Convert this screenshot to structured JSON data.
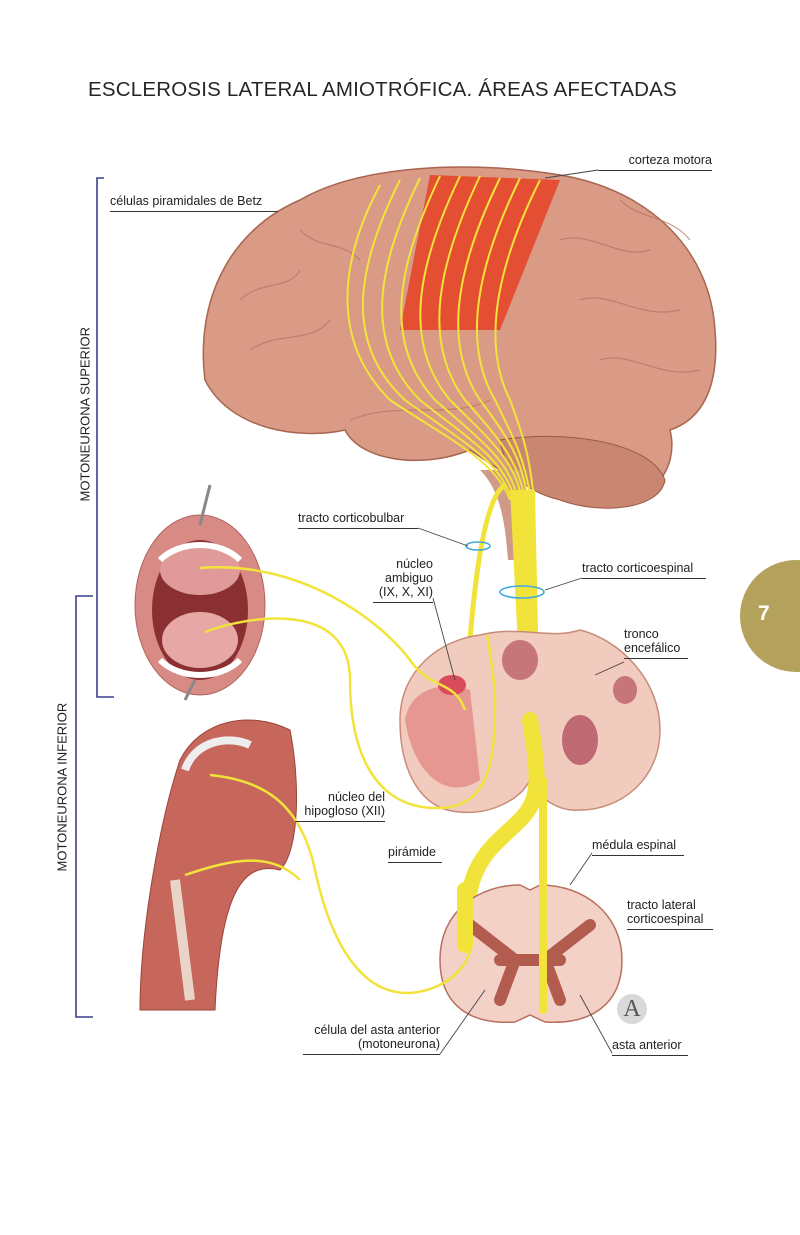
{
  "title": "ESCLEROSIS LATERAL AMIOTRÓFICA. ÁREAS AFECTADAS",
  "page_number": "7",
  "colors": {
    "bracket": "#3a3f8f",
    "tab": "#b3a15c",
    "tract": "#f2e33a",
    "ring": "#3fa9e0"
  },
  "brackets": {
    "upper": "MOTONEURONA SUPERIOR",
    "lower": "MOTONEURONA INFERIOR"
  },
  "labels": {
    "motor_cortex": "corteza motora",
    "betz_cells": "células piramidales de Betz",
    "corticobulbar": "tracto corticobulbar",
    "ambiguus": [
      "núcleo",
      "ambiguo",
      "(IX, X, XI)"
    ],
    "corticospinal": "tracto corticoespinal",
    "brainstem": [
      "tronco",
      "encefálico"
    ],
    "hypoglossal": [
      "núcleo del",
      "hipogloso (XII)"
    ],
    "pyramid": "pirámide",
    "spinal_cord": "médula espinal",
    "lateral_tract": [
      "tracto lateral",
      "corticoespinal"
    ],
    "anterior_horn_cell": [
      "célula del asta anterior",
      "(motoneurona)"
    ],
    "anterior_horn": "asta anterior"
  },
  "seal_letter": "A"
}
